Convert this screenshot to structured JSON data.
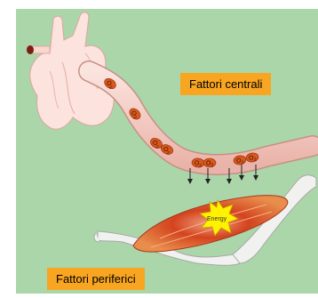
{
  "colors": {
    "background_panel": "#ffffff",
    "diagram_bg": "#abd6a9",
    "label_bg": "#f8a521",
    "heart": "#fde3de",
    "vessel": "#f7cfc7",
    "cell": "#d8591c",
    "muscle": "#c93a18",
    "bone": "#f1f1ef"
  },
  "labels": {
    "central": "Fattori centrali",
    "peripheral": "Fattori periferici"
  },
  "oxygen": {
    "symbol": "O",
    "subscript": "2"
  },
  "energy_label": "Energy"
}
